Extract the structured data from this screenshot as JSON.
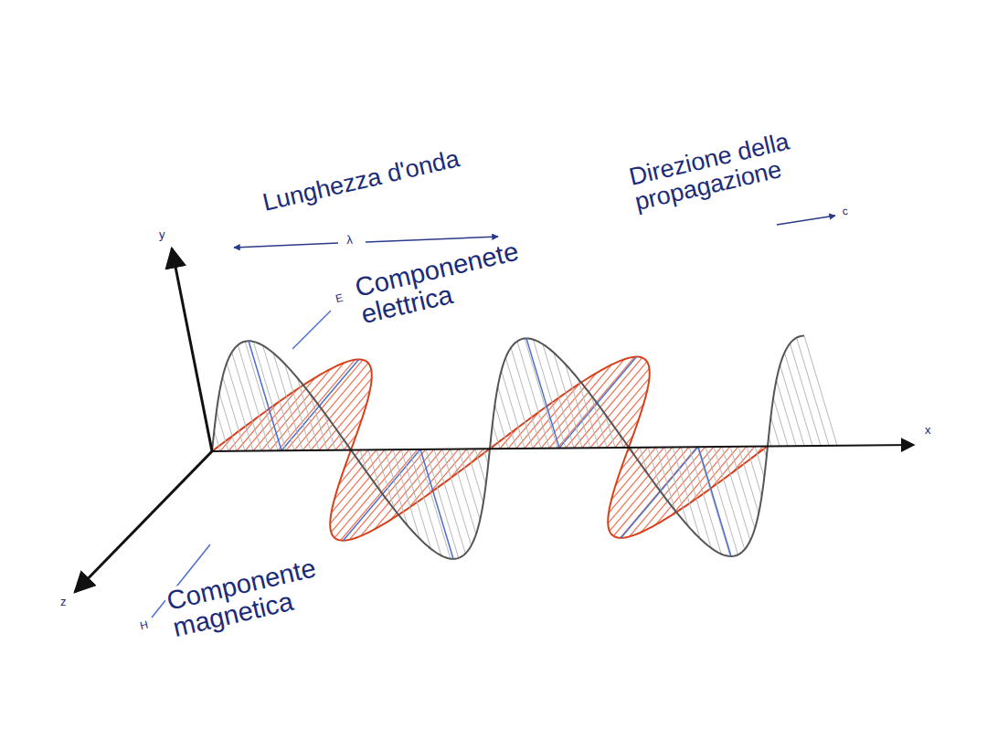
{
  "diagram": {
    "labels": [
      "Lunghezza d'onda",
      "λ",
      "Direzione della propagazione",
      "c",
      "E",
      "Componenete elettrica",
      "H",
      "Componente magnetica",
      "y",
      "x",
      "z"
    ]
  }
}
